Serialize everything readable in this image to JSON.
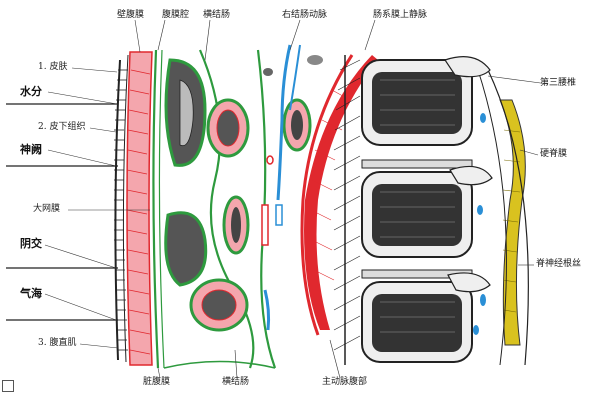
{
  "labels": {
    "top": {
      "fascia": "壁腹膜",
      "peritoneum_cavity": "腹膜腔",
      "transverse_colon": "横结肠",
      "right_colic_artery": "右结肠动脉",
      "superior_mesenteric_vein": "肠系膜上静脉"
    },
    "left": {
      "skin": "1. 皮肤",
      "shuifen": "水分",
      "subcutaneous": "2. 皮下组织",
      "shenque": "神阙",
      "linea_alba": "大网膜",
      "yinjiao": "阴交",
      "qihai": "气海",
      "rectus": "3. 腹直肌"
    },
    "right": {
      "third_lumbar": "第三腰椎",
      "dura": "硬脊膜",
      "cauda_equina": "脊神经根丝"
    },
    "bottom": {
      "visceral_peritoneum": "脏腹膜",
      "transverse_colon": "横结肠",
      "aorta": "主动脉腹部"
    }
  },
  "colors": {
    "red": "#e0282e",
    "pink": "#f4a6ad",
    "green": "#2e9a3e",
    "blue": "#2a8fd6",
    "yellow": "#d9c21f",
    "dark": "#1a1a1a",
    "bone": "#efefef"
  }
}
